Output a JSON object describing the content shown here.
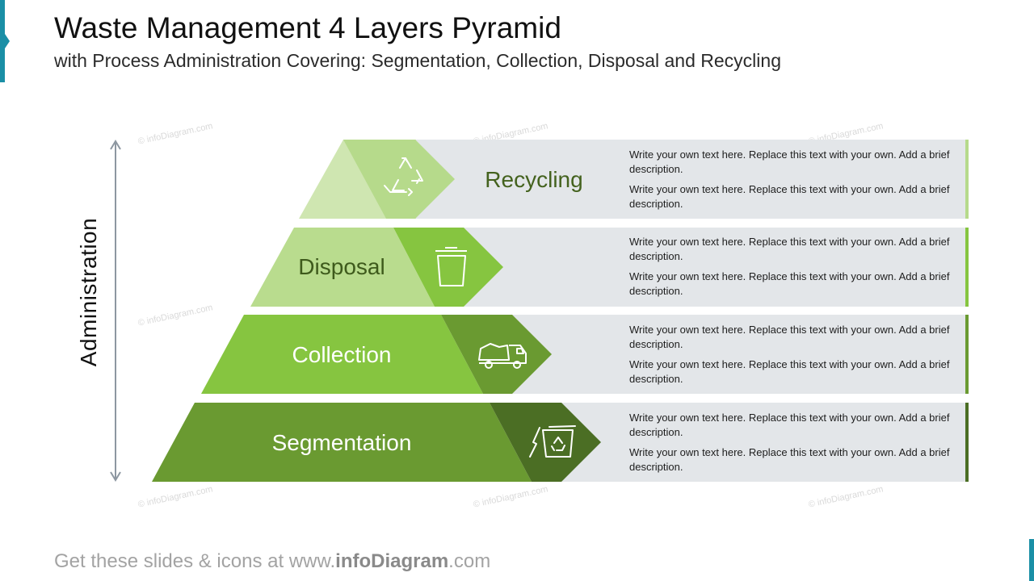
{
  "title": "Waste Management 4 Layers Pyramid",
  "subtitle": "with Process Administration Covering: Segmentation, Collection, Disposal and Recycling",
  "axis_label": "Administration",
  "layers": [
    {
      "name": "Recycling",
      "icon": "recycle-icon",
      "color": "#b6da8b",
      "text1": "Write your own text here. Replace this text with your own. Add a brief description.",
      "text2": "Write your own text here. Replace this text with your own. Add a brief description."
    },
    {
      "name": "Disposal",
      "icon": "trash-bin-icon",
      "color": "#86c540",
      "text1": "Write your own text here. Replace this text with your own. Add a brief description.",
      "text2": "Write your own text here. Replace this text with your own. Add a brief description."
    },
    {
      "name": "Collection",
      "icon": "garbage-truck-icon",
      "color": "#6a9a31",
      "text1": "Write your own text here. Replace this text with your own. Add a brief description.",
      "text2": "Write your own text here. Replace this text with your own. Add a brief description."
    },
    {
      "name": "Segmentation",
      "icon": "recycling-bin-icon",
      "color": "#4b6e24",
      "text1": "Write your own text here. Replace this text with your own. Add a brief description.",
      "text2": "Write your own text here. Replace this text with your own. Add a brief description."
    }
  ],
  "footer": {
    "prefix": "Get these slides & icons at www.",
    "brand": "infoDiagram",
    "suffix": ".com"
  },
  "watermark": "© infoDiagram.com"
}
